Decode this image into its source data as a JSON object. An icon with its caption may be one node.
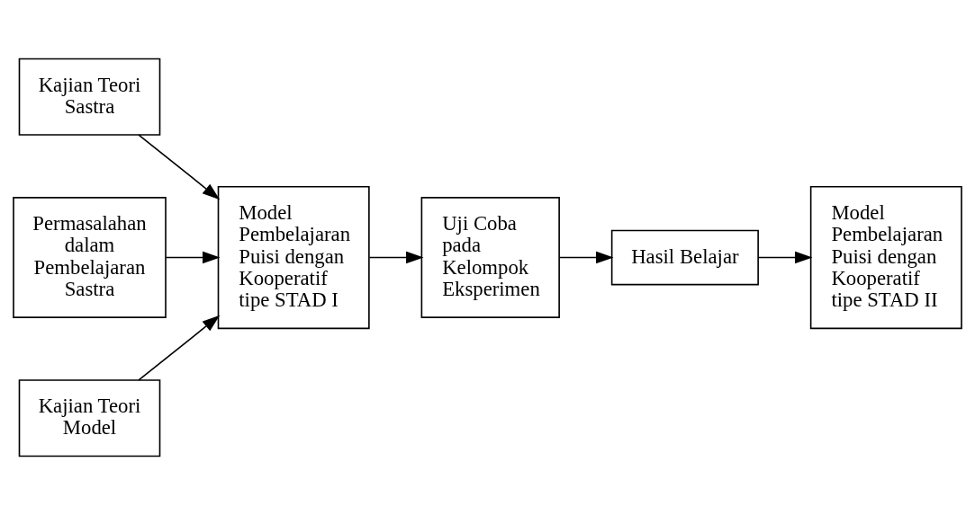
{
  "diagram": {
    "nodes": [
      {
        "text": [
          "Kajian Teori Sastra"
        ]
      },
      {
        "text": [
          "Permasalahan dalam Pembelajaran Sastra"
        ]
      },
      {
        "text": [
          "Kajian Teori Model"
        ]
      },
      {
        "text": [
          "Model Pembelajaran Puisi dengan Kooperatif tipe STAD I"
        ]
      },
      {
        "text": [
          "Uji Coba pada Kelompok Eksperimen"
        ]
      },
      {
        "text": [
          "Hasil Belajar"
        ]
      },
      {
        "text": [
          "Model Pembelajaran Puisi dengan Kooperatif tipe STAD II"
        ]
      }
    ],
    "edges": [
      {
        "from": 0,
        "to": 3,
        "arrow": "to"
      },
      {
        "from": 1,
        "to": 3,
        "arrow": "to"
      },
      {
        "from": 2,
        "to": 3,
        "arrow": "to"
      },
      {
        "from": 3,
        "to": 4,
        "arrow": "to"
      },
      {
        "from": 4,
        "to": 5,
        "arrow": "to"
      },
      {
        "from": 5,
        "to": 6,
        "arrow": "to"
      }
    ]
  }
}
